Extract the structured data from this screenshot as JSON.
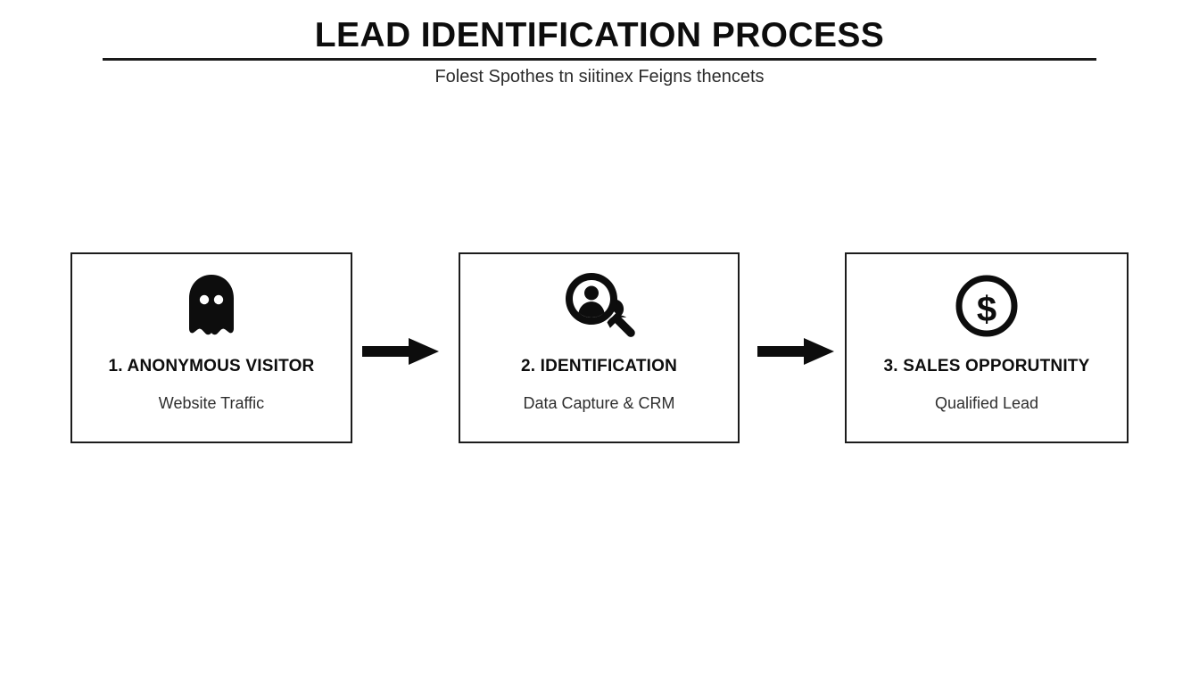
{
  "header": {
    "title": "LEAD IDENTIFICATION PROCESS",
    "subtitle": "Folest Spothes tn siitinex Feigns thencets"
  },
  "colors": {
    "background": "#ffffff",
    "ink": "#0d0d0d",
    "border": "#1c1c1c",
    "rule": "#1a1a1a",
    "subtext": "#2e2e2e"
  },
  "flow": {
    "steps": [
      {
        "index": "1",
        "label": "1. ANONYMOUS VISITOR",
        "sublabel": "Website Traffic",
        "icon": "ghost-icon"
      },
      {
        "index": "2",
        "label": "2. IDENTIFICATION",
        "sublabel": "Data Capture & CRM",
        "icon": "person-search-icon"
      },
      {
        "index": "3",
        "label": "3. SALES OPPORUTNITY",
        "sublabel": "Qualified Lead",
        "icon": "dollar-coin-icon"
      }
    ],
    "connectors": [
      {
        "icon": "arrow-right-icon"
      },
      {
        "icon": "arrow-right-icon"
      }
    ]
  }
}
